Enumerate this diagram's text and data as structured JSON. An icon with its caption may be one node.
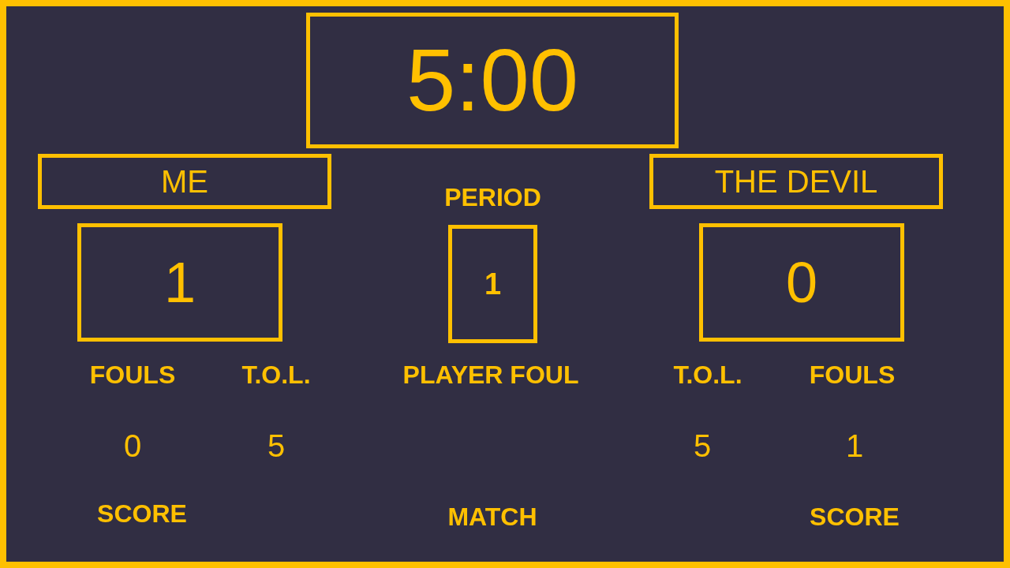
{
  "diagram": {
    "nodes": [
      {
        "text": [
          "5:00"
        ]
      },
      {
        "text": [
          "ME"
        ]
      },
      {
        "text": [
          "THE DEVIL"
        ]
      },
      {
        "text": [
          "1"
        ]
      },
      {
        "text": [
          "PERIOD",
          "1"
        ]
      },
      {
        "text": [
          "0"
        ]
      }
    ],
    "labels": [
      "FOULS",
      "T.O.L.",
      "PLAYER FOUL",
      "T.O.L.",
      "FOULS",
      "0",
      "5",
      "5",
      "1",
      "SCORE",
      "MATCH",
      "SCORE"
    ]
  }
}
